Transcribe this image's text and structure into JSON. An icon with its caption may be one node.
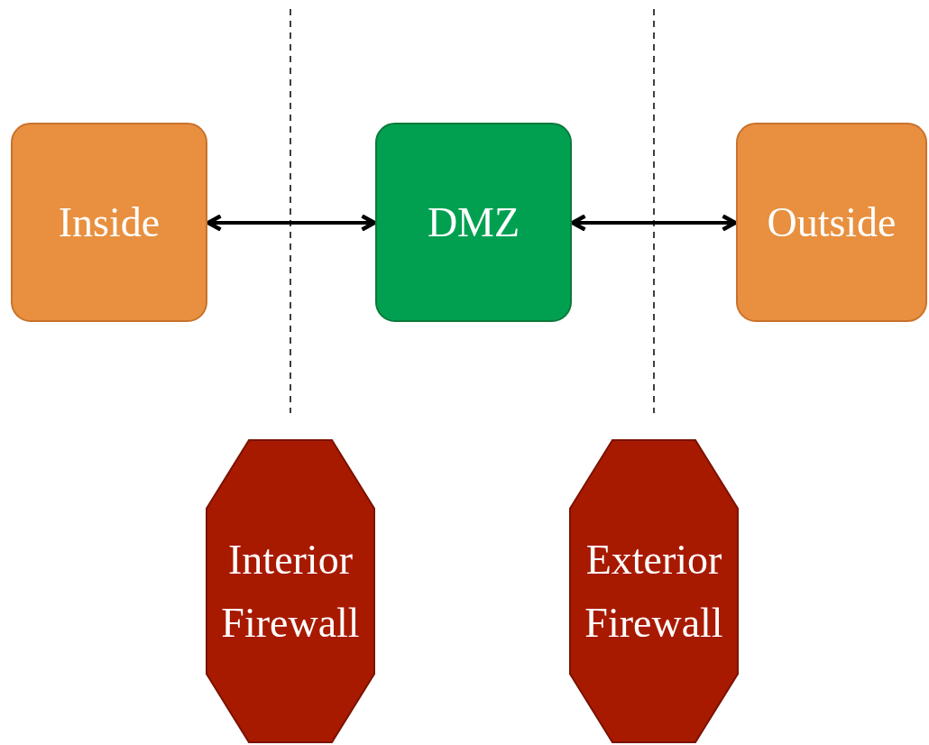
{
  "diagram": {
    "nodes": [
      {
        "text": [
          "Inside"
        ]
      },
      {
        "text": [
          "DMZ"
        ]
      },
      {
        "text": [
          "Outside"
        ]
      },
      {
        "text": [
          "Interior Firewall"
        ]
      },
      {
        "text": [
          "Exterior Firewall"
        ]
      }
    ],
    "edges": [
      {
        "from": 0,
        "to": 1,
        "arrow": "both"
      },
      {
        "from": 1,
        "to": 2,
        "arrow": "both"
      }
    ]
  }
}
